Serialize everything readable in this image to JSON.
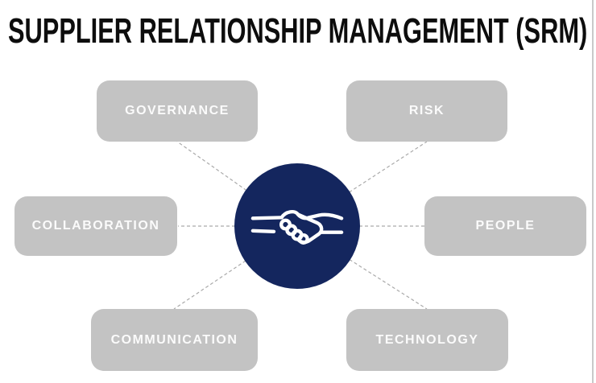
{
  "title": "SUPPLIER RELATIONSHIP MANAGEMENT (SRM)",
  "hub": {
    "icon": "handshake-icon",
    "background": "#14265e",
    "icon_color": "#ffffff"
  },
  "nodes": [
    {
      "id": "governance",
      "label": "GOVERNANCE"
    },
    {
      "id": "risk",
      "label": "RISK"
    },
    {
      "id": "collaboration",
      "label": "COLLABORATION"
    },
    {
      "id": "people",
      "label": "PEOPLE"
    },
    {
      "id": "communication",
      "label": "COMMUNICATION"
    },
    {
      "id": "technology",
      "label": "TECHNOLOGY"
    }
  ],
  "colors": {
    "background": "#ffffff",
    "title_text": "#0d0d0d",
    "node_background": "#c3c3c3",
    "node_text": "#fbfbfb",
    "hub_background": "#14265e",
    "connector": "#aaaaaa",
    "right_edge_line": "#c9c9c9"
  }
}
